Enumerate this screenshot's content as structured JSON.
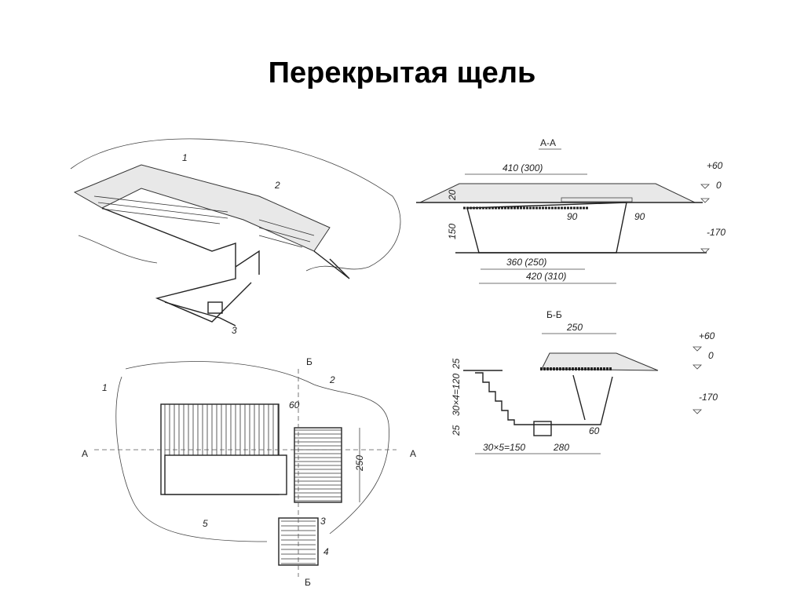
{
  "title": "Перекрытая щель",
  "perspective": {
    "labels": [
      "1",
      "2",
      "3"
    ]
  },
  "section_aa": {
    "title": "А-А",
    "width_top": "410 (300)",
    "cover_height": "20",
    "depth": "150",
    "overlap_left": "90",
    "overlap_right": "90",
    "bottom_width": "360 (250)",
    "top_width": "420 (310)",
    "level_top": "+60",
    "level_zero": "0",
    "level_bottom": "-170"
  },
  "section_bb": {
    "title": "Б-Б",
    "cover_width": "250",
    "top_step": "25",
    "steps_height": "30×4=120",
    "bottom_step": "25",
    "steps_length": "30×5=150",
    "bottom_length": "280",
    "overlap": "60",
    "level_top": "+60",
    "level_zero": "0",
    "level_bottom": "-170"
  },
  "plan": {
    "cut_b_top": "Б",
    "cut_b_bottom": "Б",
    "cut_a_left": "А",
    "cut_a_right": "А",
    "label_1": "1",
    "label_2": "2",
    "label_3": "3",
    "label_4": "4",
    "label_5": "5",
    "dim_60": "60",
    "dim_250": "250"
  }
}
